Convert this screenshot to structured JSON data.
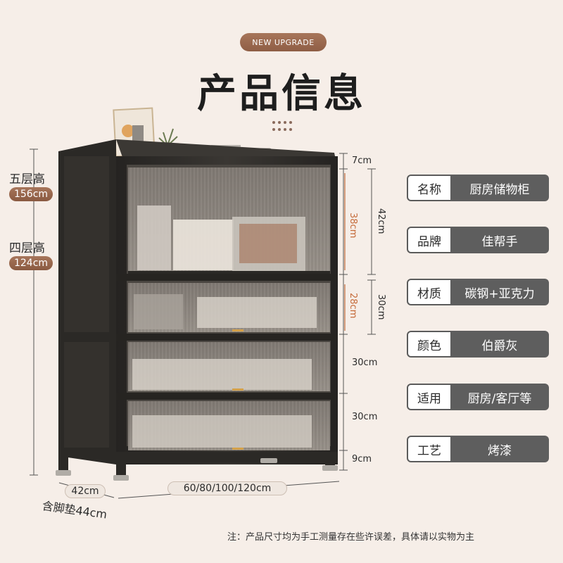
{
  "header": {
    "badge": "NEW UPGRADE",
    "title": "产品信息"
  },
  "heights": {
    "five_label": "五层高",
    "five_value": "156cm",
    "four_label": "四层高",
    "four_value": "124cm"
  },
  "dimensions": {
    "top_gap": "7cm",
    "shelf1_inner": "38cm",
    "shelf1_outer": "42cm",
    "shelf2_inner": "28cm",
    "shelf2_outer": "30cm",
    "shelf3": "30cm",
    "shelf4": "30cm",
    "foot": "9cm",
    "depth": "42cm",
    "width": "60/80/100/120cm",
    "foot_note": "含脚垫44cm"
  },
  "specs": [
    {
      "label": "名称",
      "value": "厨房储物柜"
    },
    {
      "label": "品牌",
      "value": "佳帮手"
    },
    {
      "label": "材质",
      "value": "碳钢+亚克力"
    },
    {
      "label": "颜色",
      "value": "伯爵灰"
    },
    {
      "label": "适用",
      "value": "厨房/客厅等"
    },
    {
      "label": "工艺",
      "value": "烤漆"
    }
  ],
  "note": "注：产品尺寸均为手工测量存在些许误差，具体请以实物为主",
  "colors": {
    "accent": "#9a6a50",
    "background": "#f6eee8",
    "spec_value_bg": "#5e5e5e",
    "cabinet_frame": "#2f2d2a",
    "dimension_orange": "#c56b3a"
  }
}
